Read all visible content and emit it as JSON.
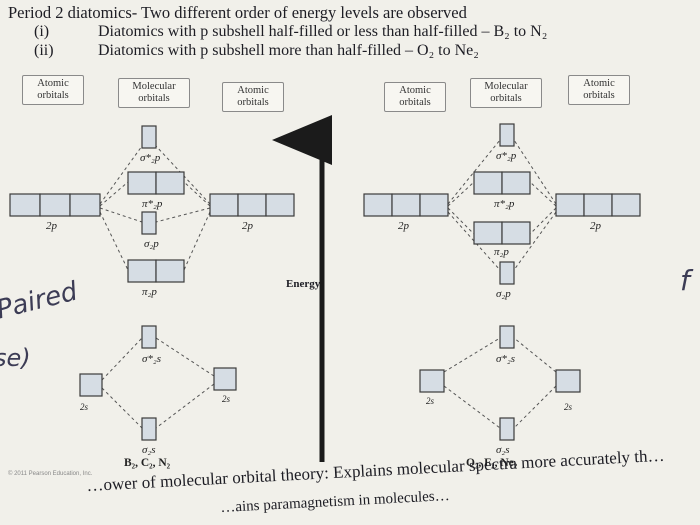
{
  "header": {
    "title": "Period 2 diatomics- Two different order of energy levels are observed",
    "item_1_num": "(i)",
    "item_1_text": "Diatomics with p subshell half-filled or less than half-filled – B₂ to N₂",
    "item_2_num": "(ii)",
    "item_2_text": "Diatomics with p subshell more than half-filled – O₂ to Ne₂"
  },
  "column_labels": {
    "atomic_line1": "Atomic",
    "atomic_line2": "orbitals",
    "molecular_line1": "Molecular",
    "molecular_line2": "orbitals"
  },
  "left_diagram": {
    "sigma_star_2p": "σ*₂p",
    "pi_star_2p": "π*₂p",
    "sigma_2p": "σ₂p",
    "pi_2p": "π₂p",
    "sigma_star_2s": "σ*₂s",
    "sigma_2s": "σ₂s",
    "atomic_2p_left": "2p",
    "atomic_2p_right": "2p",
    "atomic_2s_left": "2s",
    "atomic_2s_right": "2s",
    "molecules": "B₂, C₂, N₂"
  },
  "right_diagram": {
    "sigma_star_2p": "σ*₂p",
    "pi_star_2p": "π*₂p",
    "pi_2p": "π₂p",
    "sigma_2p": "σ₂p",
    "sigma_star_2s": "σ*₂s",
    "sigma_2s": "σ₂s",
    "atomic_2p_left": "2p",
    "atomic_2p_right": "2p",
    "atomic_2s_left": "2s",
    "atomic_2s_right": "2s",
    "molecules": "O₂, F₂, Ne₂"
  },
  "energy_label": "Energy",
  "copyright": "© 2011 Pearson Education, Inc.",
  "footer": {
    "line1": "…ower of molecular orbital theory: Explains molecular spectra more accurately th…",
    "line2": "…ains paramagnetism in molecules…"
  },
  "handwriting": {
    "note_1": "Paired",
    "note_2": "se)",
    "note_3": "f"
  },
  "colors": {
    "box_fill": "#d6dde4",
    "box_stroke": "#3b3b3b",
    "arrow": "#1b1b1b"
  }
}
